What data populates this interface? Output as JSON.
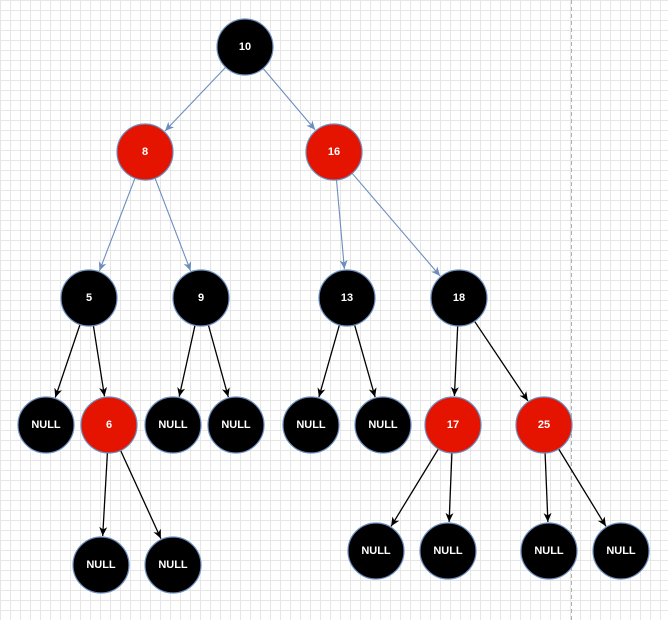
{
  "colors": {
    "red_node": "#e51400",
    "black_node": "#000000",
    "node_text": "#ffffff",
    "tree_edge": "#6c8ebf",
    "null_edge": "#000000"
  },
  "nodes": [
    {
      "id": "n10",
      "label": "10",
      "color": "black"
    },
    {
      "id": "n8",
      "label": "8",
      "color": "red"
    },
    {
      "id": "n16",
      "label": "16",
      "color": "red"
    },
    {
      "id": "n5",
      "label": "5",
      "color": "black"
    },
    {
      "id": "n9",
      "label": "9",
      "color": "black"
    },
    {
      "id": "n13",
      "label": "13",
      "color": "black"
    },
    {
      "id": "n18",
      "label": "18",
      "color": "black"
    },
    {
      "id": "null5l",
      "label": "NULL",
      "color": "black"
    },
    {
      "id": "n6",
      "label": "6",
      "color": "red"
    },
    {
      "id": "null9l",
      "label": "NULL",
      "color": "black"
    },
    {
      "id": "null9r",
      "label": "NULL",
      "color": "black"
    },
    {
      "id": "null13l",
      "label": "NULL",
      "color": "black"
    },
    {
      "id": "null13r",
      "label": "NULL",
      "color": "black"
    },
    {
      "id": "n17",
      "label": "17",
      "color": "red"
    },
    {
      "id": "n25",
      "label": "25",
      "color": "red"
    },
    {
      "id": "null6l",
      "label": "NULL",
      "color": "black"
    },
    {
      "id": "null6r",
      "label": "NULL",
      "color": "black"
    },
    {
      "id": "null17l",
      "label": "NULL",
      "color": "black"
    },
    {
      "id": "null17r",
      "label": "NULL",
      "color": "black"
    },
    {
      "id": "null25l",
      "label": "NULL",
      "color": "black"
    },
    {
      "id": "null25r",
      "label": "NULL",
      "color": "black"
    }
  ],
  "edges": [
    {
      "from": "n10",
      "to": "n8",
      "style": "tree"
    },
    {
      "from": "n10",
      "to": "n16",
      "style": "tree"
    },
    {
      "from": "n8",
      "to": "n5",
      "style": "tree"
    },
    {
      "from": "n8",
      "to": "n9",
      "style": "tree"
    },
    {
      "from": "n16",
      "to": "n13",
      "style": "tree"
    },
    {
      "from": "n16",
      "to": "n18",
      "style": "tree"
    },
    {
      "from": "n5",
      "to": "null5l",
      "style": "null"
    },
    {
      "from": "n5",
      "to": "n6",
      "style": "null"
    },
    {
      "from": "n9",
      "to": "null9l",
      "style": "null"
    },
    {
      "from": "n9",
      "to": "null9r",
      "style": "null"
    },
    {
      "from": "n13",
      "to": "null13l",
      "style": "null"
    },
    {
      "from": "n13",
      "to": "null13r",
      "style": "null"
    },
    {
      "from": "n18",
      "to": "n17",
      "style": "null"
    },
    {
      "from": "n18",
      "to": "n25",
      "style": "null"
    },
    {
      "from": "n6",
      "to": "null6l",
      "style": "null"
    },
    {
      "from": "n6",
      "to": "null6r",
      "style": "null"
    },
    {
      "from": "n17",
      "to": "null17l",
      "style": "null"
    },
    {
      "from": "n17",
      "to": "null17r",
      "style": "null"
    },
    {
      "from": "n25",
      "to": "null25l",
      "style": "null"
    },
    {
      "from": "n25",
      "to": "null25r",
      "style": "null"
    }
  ]
}
